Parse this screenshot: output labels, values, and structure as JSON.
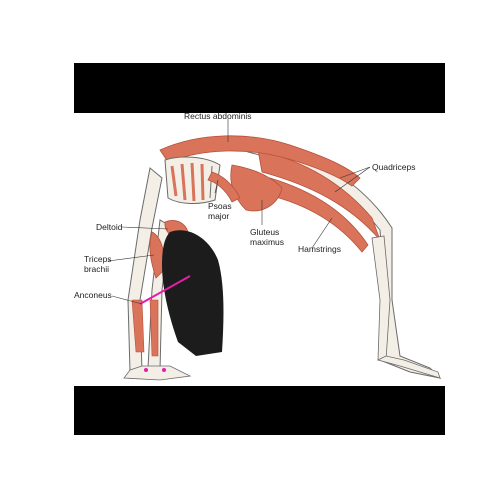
{
  "colors": {
    "muscle": "#d9735a",
    "muscle_dark": "#b8503b",
    "bone": "#f3efe6",
    "outline": "#6b6b6b",
    "hair": "#1c1c1c",
    "accent": "#e51ea8",
    "bar": "#000000"
  },
  "labels": {
    "rectus_abdominis": "Rectus abdominis",
    "quadriceps": "Quadriceps",
    "psoas_line1": "Psoas",
    "psoas_line2": "major",
    "deltoid": "Deltoid",
    "gluteus_line1": "Gluteus",
    "gluteus_line2": "maximus",
    "hamstrings": "Hamstrings",
    "triceps_line1": "Triceps",
    "triceps_line2": "brachii",
    "anconeus": "Anconeus"
  }
}
